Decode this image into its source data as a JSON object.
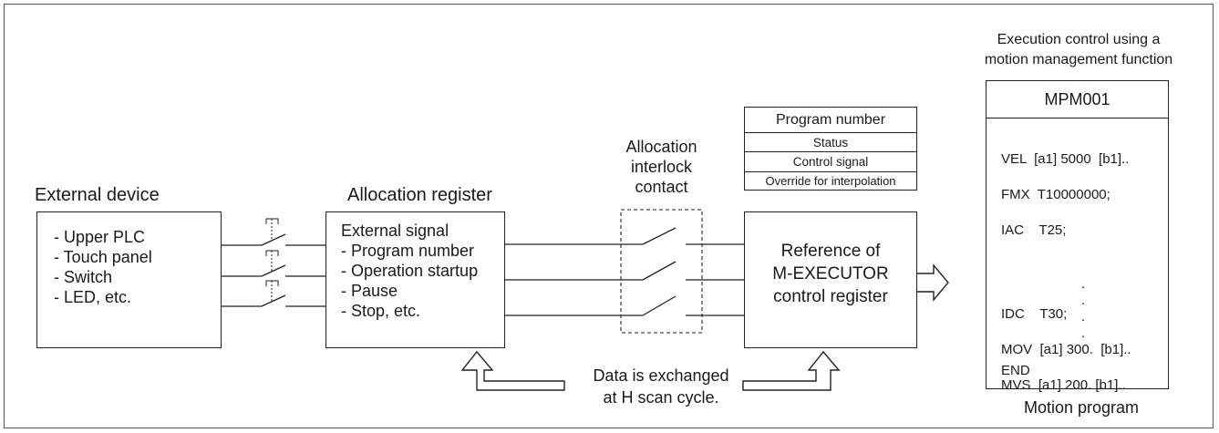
{
  "external_device": {
    "title": "External device",
    "items": [
      "- Upper PLC",
      "- Touch panel",
      "- Switch",
      "- LED, etc."
    ]
  },
  "allocation_register": {
    "title": "Allocation register",
    "items": [
      "External signal",
      "- Program number",
      "- Operation startup",
      "- Pause",
      "- Stop, etc."
    ]
  },
  "interlock": {
    "label_lines": [
      "Allocation",
      "interlock",
      "contact"
    ]
  },
  "control_register_table": {
    "rows": [
      "Program number",
      "Status",
      "Control signal",
      "Override for interpolation"
    ]
  },
  "executor": {
    "lines": [
      "Reference of",
      "M-EXECUTOR",
      "control register"
    ]
  },
  "exchange_note": {
    "lines": [
      "Data is exchanged",
      "at H scan cycle."
    ]
  },
  "motion": {
    "caption_top": [
      "Execution control using a",
      "motion management function"
    ],
    "program_name": "MPM001",
    "code_lines": [
      "VEL  [a1] 5000  [b1]..",
      "FMX  T10000000;",
      "IAC    T25;",
      "",
      "IDC    T30;",
      "MOV  [a1] 300.  [b1]..",
      "MVS  [a1] 200. [b1].."
    ],
    "dots": [
      ".",
      ".",
      ".",
      "."
    ],
    "end_label": "END",
    "caption_bottom": "Motion program"
  }
}
